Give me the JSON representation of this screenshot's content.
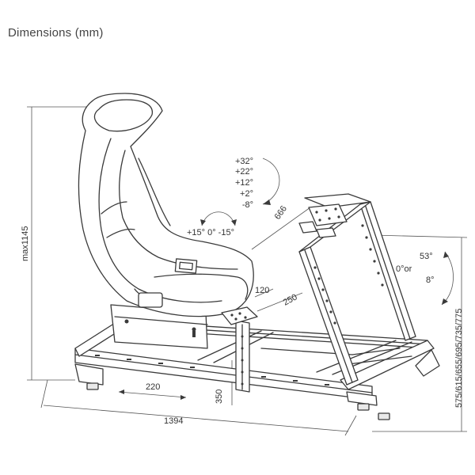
{
  "title": "Dimensions (mm)",
  "dimensions": {
    "max_height": "max1145",
    "overall_length": "1394",
    "seat_rail_width": "220",
    "pedal_height": "350",
    "pedal_offset": "120",
    "pedal_depth": "250",
    "wheel_distance": "666",
    "wheel_height": "575/615/655/695/735/775",
    "pedal_angle": "+15° 0° -15°",
    "wheel_tilt": [
      "+32°",
      "+22°",
      "+12°",
      "+2°",
      "-8°"
    ],
    "upright_angle_top": "53°",
    "upright_angle_mid": "0°or",
    "upright_angle_low": "8°"
  }
}
